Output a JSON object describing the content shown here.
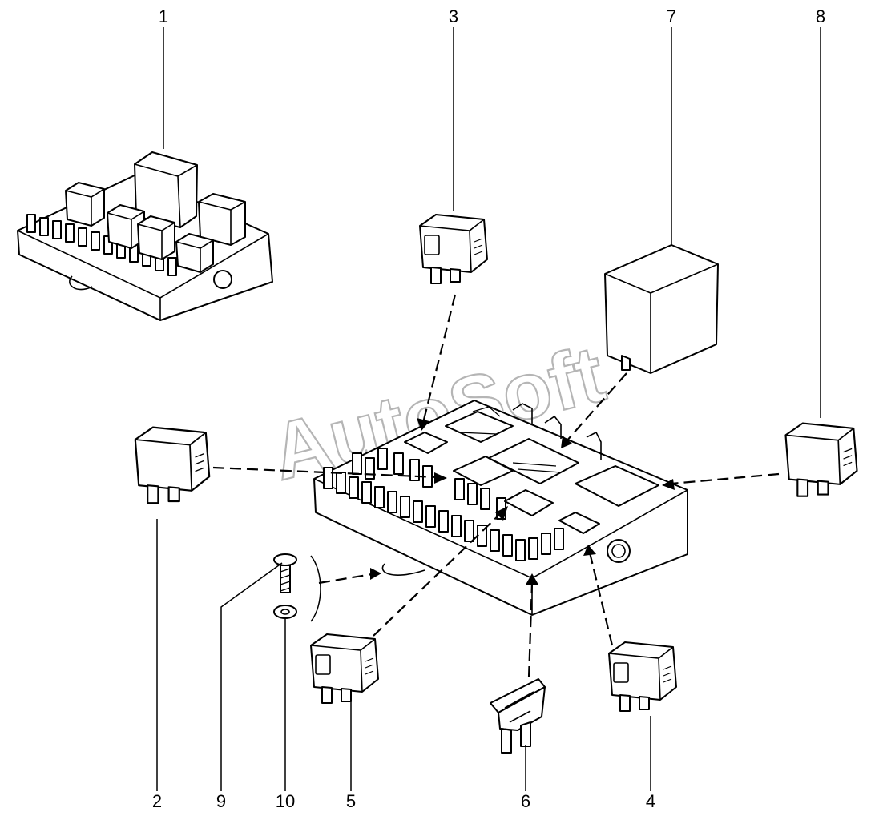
{
  "watermark": "AutoSoft",
  "callouts": [
    {
      "id": "1",
      "label": "1"
    },
    {
      "id": "2",
      "label": "2"
    },
    {
      "id": "3",
      "label": "3"
    },
    {
      "id": "4",
      "label": "4"
    },
    {
      "id": "5",
      "label": "5"
    },
    {
      "id": "6",
      "label": "6"
    },
    {
      "id": "7",
      "label": "7"
    },
    {
      "id": "8",
      "label": "8"
    },
    {
      "id": "9",
      "label": "9"
    },
    {
      "id": "10",
      "label": "10"
    }
  ],
  "colors": {
    "line": "#000000",
    "background": "#ffffff",
    "watermark": "#b5b5b5"
  }
}
